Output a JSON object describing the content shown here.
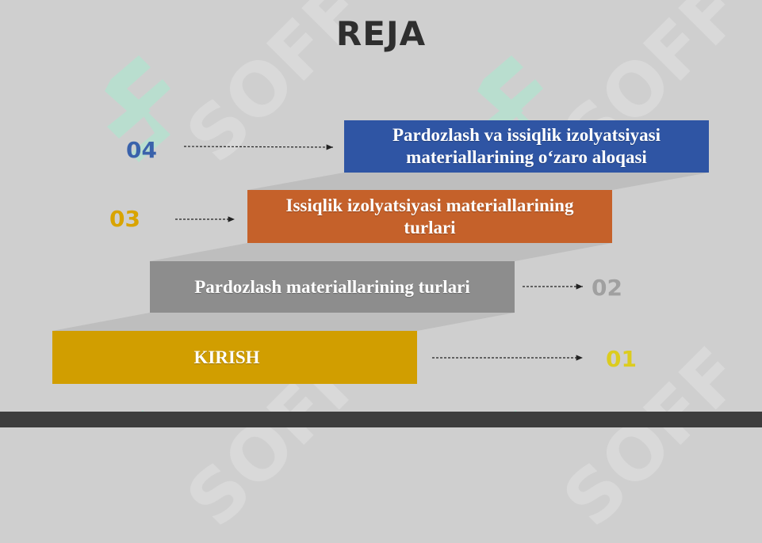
{
  "slide": {
    "title": "REJA",
    "background_color": "#cfcfcf",
    "bottom_bar_color": "#3d3d3d"
  },
  "watermark": {
    "text": "SOFF",
    "color": "#ffffff",
    "logo_color": "#a8ecd0"
  },
  "steps": [
    {
      "number": "04",
      "line1": "Pardozlash va issiqlik izolyatsiyasi",
      "line2": "materiallarining o‘zaro aloqasi",
      "color": "#2f55a4",
      "number_color": "#3a62ab"
    },
    {
      "number": "03",
      "line1": "Issiqlik izolyatsiyasi materiallarining",
      "line2": "turlari",
      "color": "#c5612a",
      "number_color": "#d9a400"
    },
    {
      "number": "02",
      "line1": "Pardozlash materiallarining turlari",
      "line2": "",
      "color": "#8d8d8d",
      "number_color": "#a0a0a0"
    },
    {
      "number": "01",
      "line1": "KIRISH",
      "line2": "",
      "color": "#d19e00",
      "number_color": "#dccc1f"
    }
  ]
}
